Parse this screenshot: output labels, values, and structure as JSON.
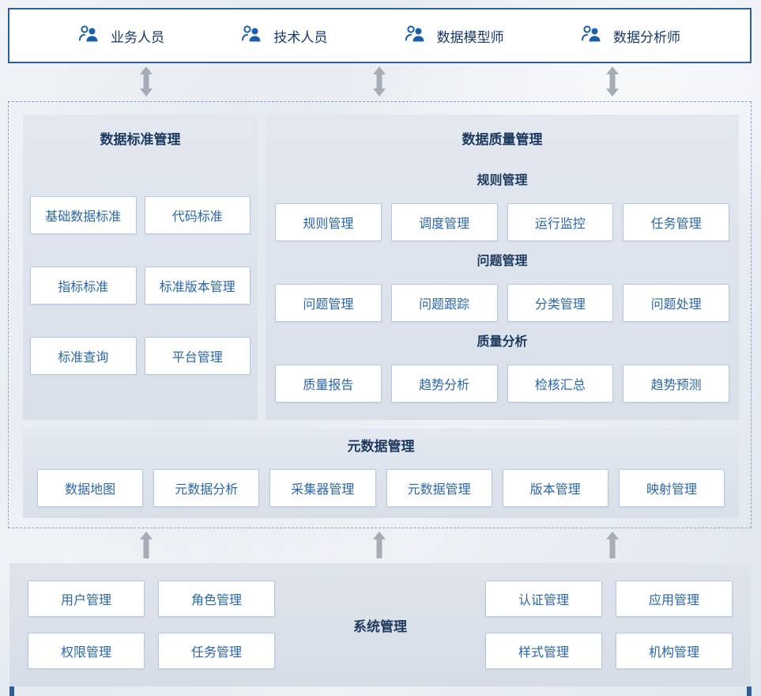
{
  "roles": [
    {
      "label": "业务人员"
    },
    {
      "label": "技术人员"
    },
    {
      "label": "数据模型师"
    },
    {
      "label": "数据分析师"
    }
  ],
  "standard": {
    "title": "数据标准管理",
    "buttons": [
      "基础数据标准",
      "代码标准",
      "指标标准",
      "标准版本管理",
      "标准查询",
      "平台管理"
    ]
  },
  "quality": {
    "title": "数据质量管理",
    "sections": [
      {
        "title": "规则管理",
        "buttons": [
          "规则管理",
          "调度管理",
          "运行监控",
          "任务管理"
        ]
      },
      {
        "title": "问题管理",
        "buttons": [
          "问题管理",
          "问题跟踪",
          "分类管理",
          "问题处理"
        ]
      },
      {
        "title": "质量分析",
        "buttons": [
          "质量报告",
          "趋势分析",
          "检核汇总",
          "趋势预测"
        ]
      }
    ]
  },
  "metadata": {
    "title": "元数据管理",
    "buttons": [
      "数据地图",
      "元数据分析",
      "采集器管理",
      "元数据管理",
      "版本管理",
      "映射管理"
    ]
  },
  "system": {
    "title": "系统管理",
    "left_buttons": [
      "用户管理",
      "角色管理",
      "权限管理",
      "任务管理"
    ],
    "right_buttons": [
      "认证管理",
      "应用管理",
      "样式管理",
      "机构管理"
    ]
  },
  "colors": {
    "accent_blue": "#2a66ab",
    "title_navy": "#1c3a5e",
    "icon_blue": "#1a5fa8",
    "arrow_gray": "#a6adb6",
    "border_blue": "#2b5f9e"
  }
}
